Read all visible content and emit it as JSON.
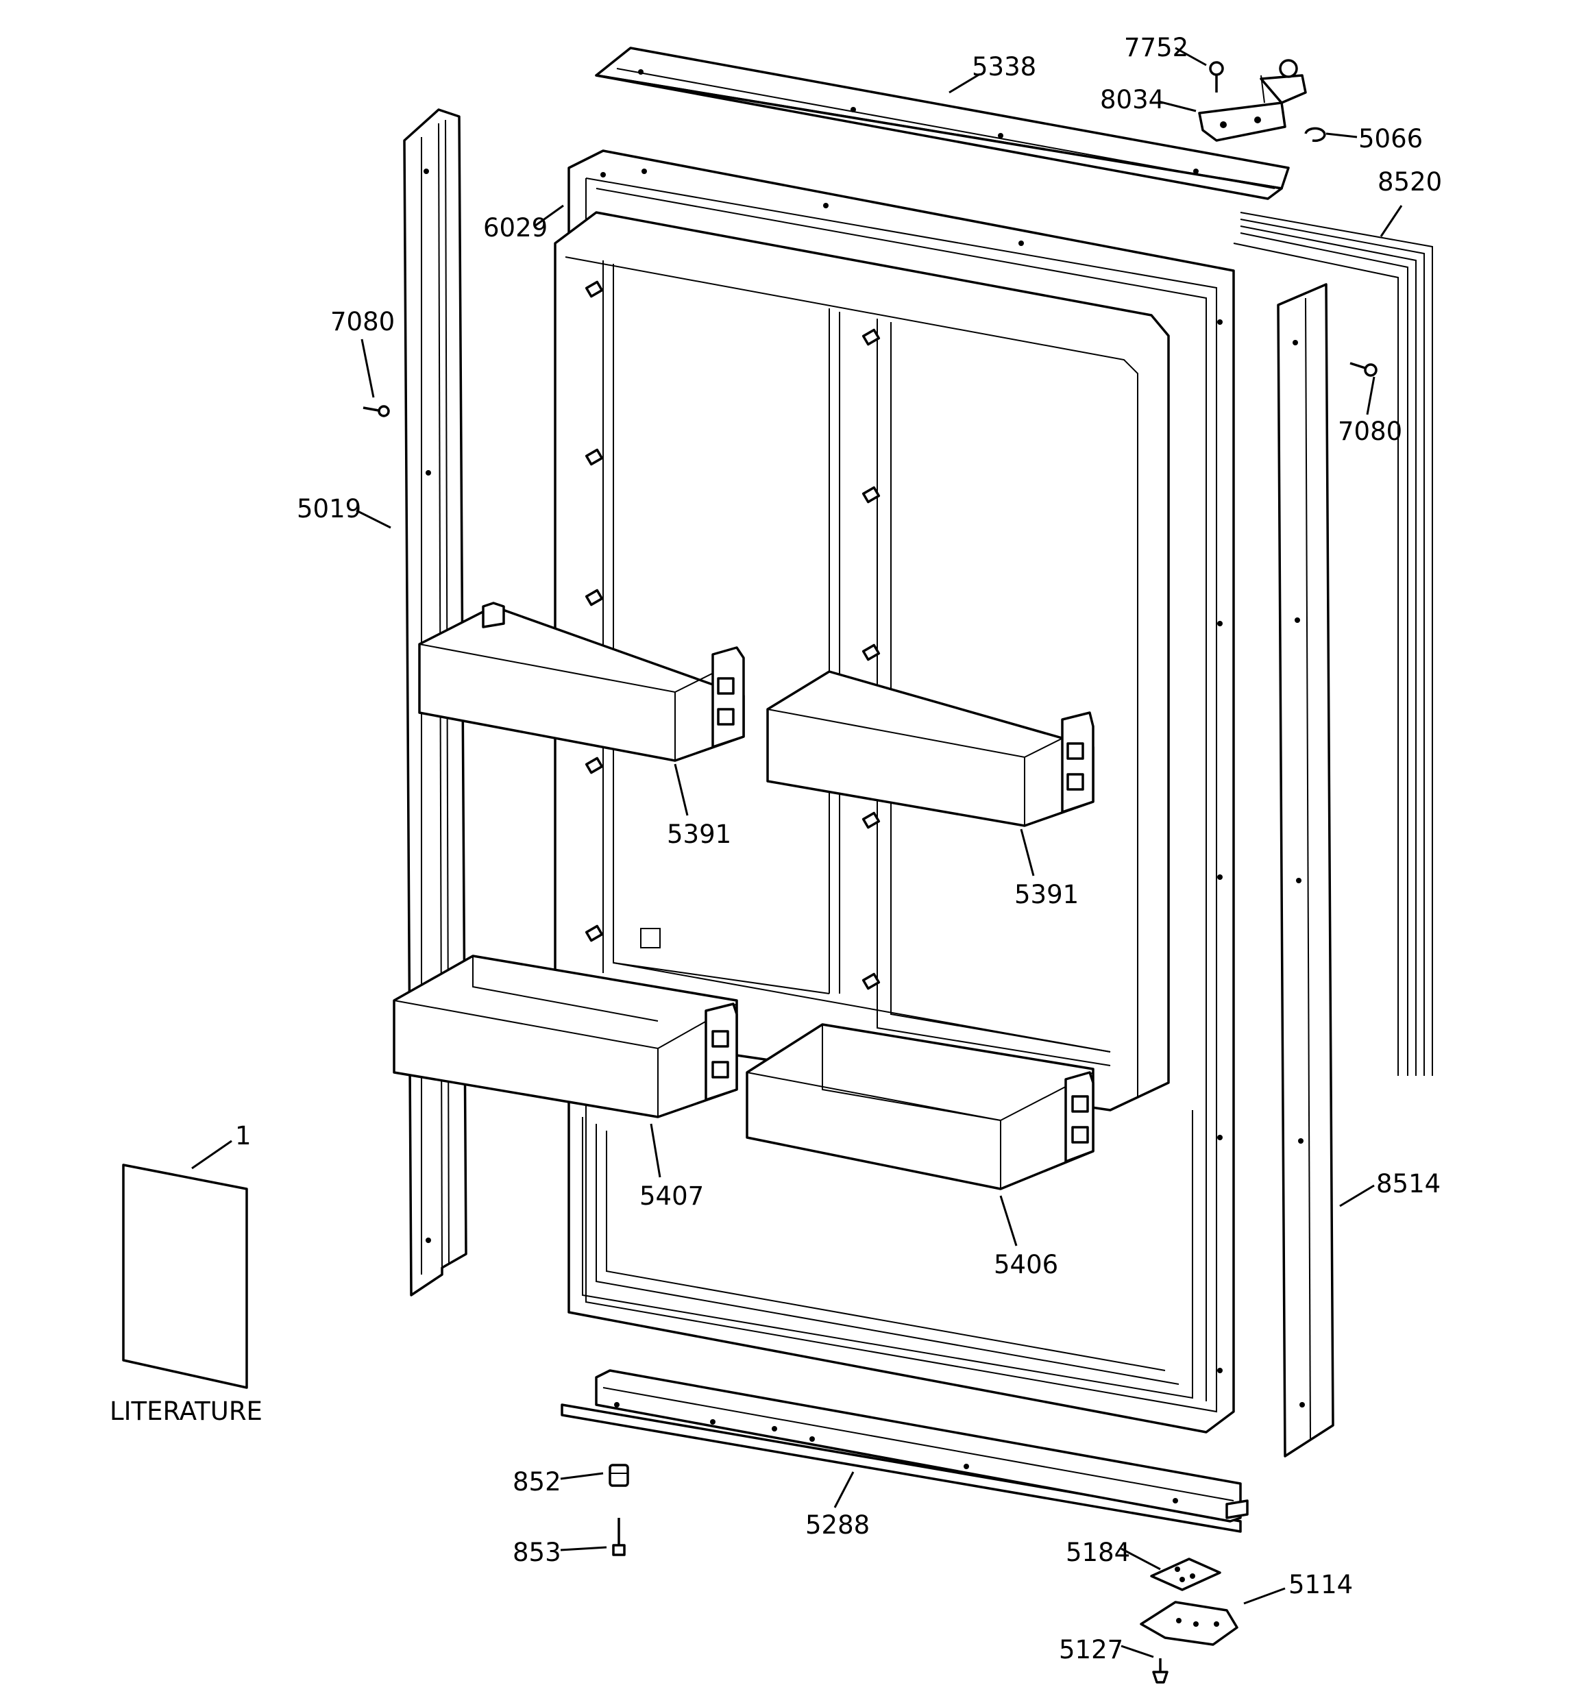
{
  "labels": {
    "p7752": "7752",
    "p5338": "5338",
    "p8034": "8034",
    "p5066": "5066",
    "p8520": "8520",
    "p6029": "6029",
    "p7080_left": "7080",
    "p7080_right": "7080",
    "p5019": "5019",
    "p5391_left": "5391",
    "p5391_right": "5391",
    "p5407": "5407",
    "p5406": "5406",
    "p8514": "8514",
    "p1": "1",
    "literature": "LITERATURE",
    "p852": "852",
    "p853": "853",
    "p5288": "5288",
    "p5184": "5184",
    "p5114": "5114",
    "p5127": "5127"
  }
}
